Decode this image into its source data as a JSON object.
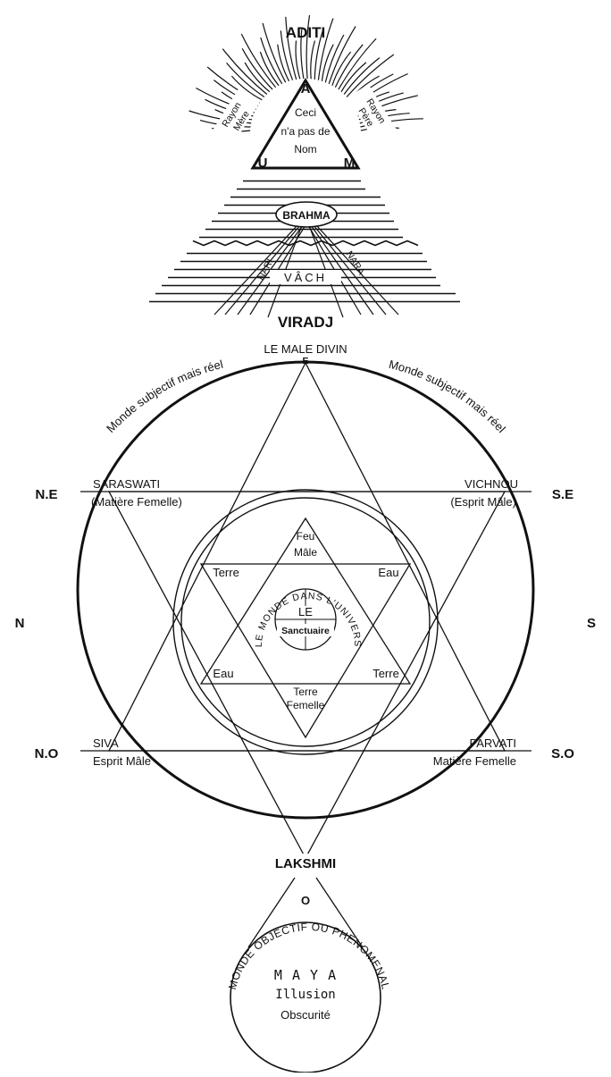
{
  "top": {
    "title": "ADITI",
    "vertex_top": "A",
    "vertex_left": "U",
    "vertex_right": "M",
    "center_lines": [
      "Ceci",
      "n'a pas de",
      "Nom"
    ],
    "ray_left": [
      "Rayon",
      "Mère"
    ],
    "ray_right": [
      "Rayon",
      "Père"
    ],
    "brahma": "BRAHMA",
    "nari": "NARI",
    "nara": "NARA",
    "vach": "VÂCH",
    "viradj": "VIRADJ"
  },
  "circle": {
    "top_label": "LE MALE DIVIN",
    "top_point": "E",
    "arc_left": "Monde subjectif mais réel",
    "arc_right": "Monde subjectif mais réel",
    "compass": {
      "ne": "N.E",
      "se": "S.E",
      "n": "N",
      "s": "S",
      "no": "N.O",
      "so": "S.O"
    },
    "saraswati": [
      "SARASWATI",
      "(Matière Femelle)"
    ],
    "vichnou": [
      "VICHNOU",
      "(Esprit Mâle)"
    ],
    "siva": [
      "SIVA",
      "Esprit Mâle"
    ],
    "parvati": [
      "PARVATI",
      "Matière Femelle"
    ],
    "bottom_label": "LAKSHMI",
    "bottom_point": "O"
  },
  "inner": {
    "feu": [
      "Feu",
      "Mâle"
    ],
    "terre_left": "Terre",
    "eau_right": "Eau",
    "eau_left": "Eau",
    "terre_right": "Terre",
    "terre_femelle": [
      "Terre",
      "Femelle"
    ],
    "arc_text": "LE MONDE DANS L'UNIVERS",
    "le": "LE",
    "sanctuaire": "Sanctuaire"
  },
  "maya": {
    "arc_text": "MONDE OBJECTIF OU PHENOMENAL",
    "title": "M A Y A",
    "illusion": "Illusion",
    "obscurite": "Obscurité"
  }
}
